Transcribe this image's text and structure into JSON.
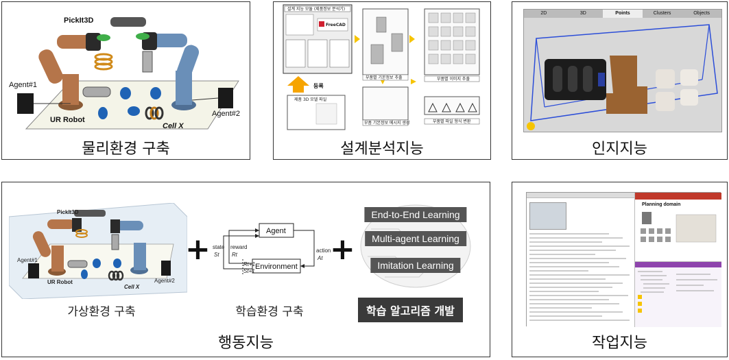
{
  "panel_physical": {
    "caption": "물리환경 구축",
    "pickit_label": "PickIt3D",
    "agent1_label": "Agent#1",
    "agent2_label": "Agent#2",
    "robot_label": "UR Robot",
    "cell_label": "Cell X"
  },
  "panel_design": {
    "caption": "설계분석지능",
    "title_box": "설계 지능 모듈 (제품정보 분석기)",
    "freecad": "FreeCAD",
    "register": "등록",
    "input_label": "제품 3D 모델 파일",
    "step1": "부품별 기본정보 추출",
    "step2": "부품별 이미지 추출",
    "step3": "부품 기본정보 메시지 생성",
    "step4": "부품별 파일 형식 변환"
  },
  "panel_perception": {
    "caption": "인지지능",
    "tabs": [
      "2D",
      "3D",
      "Points",
      "Clusters",
      "Objects"
    ],
    "active_tab": "Points"
  },
  "panel_behavior": {
    "caption": "행동지능",
    "virtual_caption": "가상환경 구축",
    "learning_env_caption": "학습환경 구축",
    "algorithm_label": "학습 알고리즘 개발",
    "pickit_label": "PickIt3D",
    "agent1_label": "Agent#1",
    "agent2_label": "Agent#2",
    "robot_label": "UR Robot",
    "cell_label": "Cell X",
    "rl": {
      "agent": "Agent",
      "environment": "Environment",
      "state": "state",
      "state_sym": "St",
      "reward": "reward",
      "reward_sym": "Rt",
      "action": "action",
      "action_sym": "At",
      "next_reward": "Rt+1",
      "next_state": "St+1"
    },
    "methods": [
      "End-to-End Learning",
      "Multi-agent  Learning",
      "Imitation Learning"
    ],
    "plus": "+"
  },
  "panel_task": {
    "caption": "작업지능",
    "planning_title": "Planning domain"
  },
  "colors": {
    "robot_orange": "#b5754a",
    "robot_blue": "#6a8fb8",
    "object_blue": "#1f63b5",
    "accent_yellow": "#f6c400",
    "dark_box": "#3a3a3a",
    "grid_blue": "#2b4dd8"
  }
}
